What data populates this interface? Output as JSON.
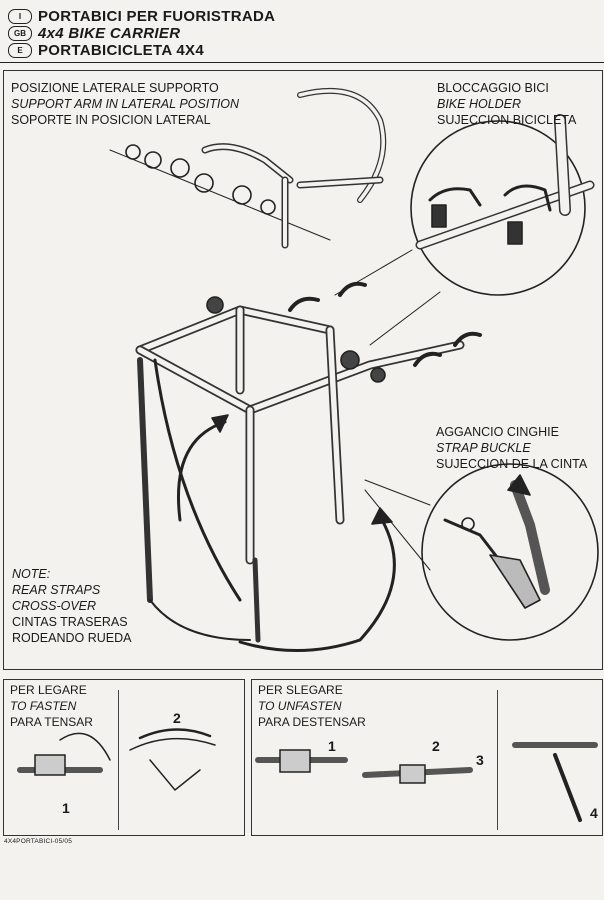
{
  "header": {
    "rows": [
      {
        "flag": "I",
        "text": "PORTABICI PER FUORISTRADA",
        "italic": false
      },
      {
        "flag": "GB",
        "text": "4x4 BIKE CARRIER",
        "italic": true
      },
      {
        "flag": "E",
        "text": "PORTABICICLETA 4X4",
        "italic": false
      }
    ]
  },
  "callouts": {
    "support": [
      "POSIZIONE LATERALE SUPPORTO",
      "SUPPORT ARM IN LATERAL POSITION",
      "SOPORTE IN POSICION LATERAL"
    ],
    "holder": [
      "BLOCCAGGIO BICI",
      "BIKE HOLDER",
      "SUJECCION BICICLETA"
    ],
    "buckle": [
      "AGGANCIO CINGHIE",
      "STRAP BUCKLE",
      "SUJECCION DE LA CINTA"
    ],
    "note": [
      "NOTE:",
      "REAR STRAPS",
      "CROSS-OVER",
      "CINTAS TRASERAS",
      "RODEANDO RUEDA"
    ]
  },
  "bottom": {
    "fasten": [
      "PER LEGARE",
      "TO FASTEN",
      "PARA TENSAR"
    ],
    "unfasten": [
      "PER SLEGARE",
      "TO UNFASTEN",
      "PARA DESTENSAR"
    ],
    "step_numbers": [
      "1",
      "2",
      "1",
      "2",
      "3",
      "4"
    ]
  },
  "footer": {
    "code": "4X4PORTABICI-05/05"
  }
}
